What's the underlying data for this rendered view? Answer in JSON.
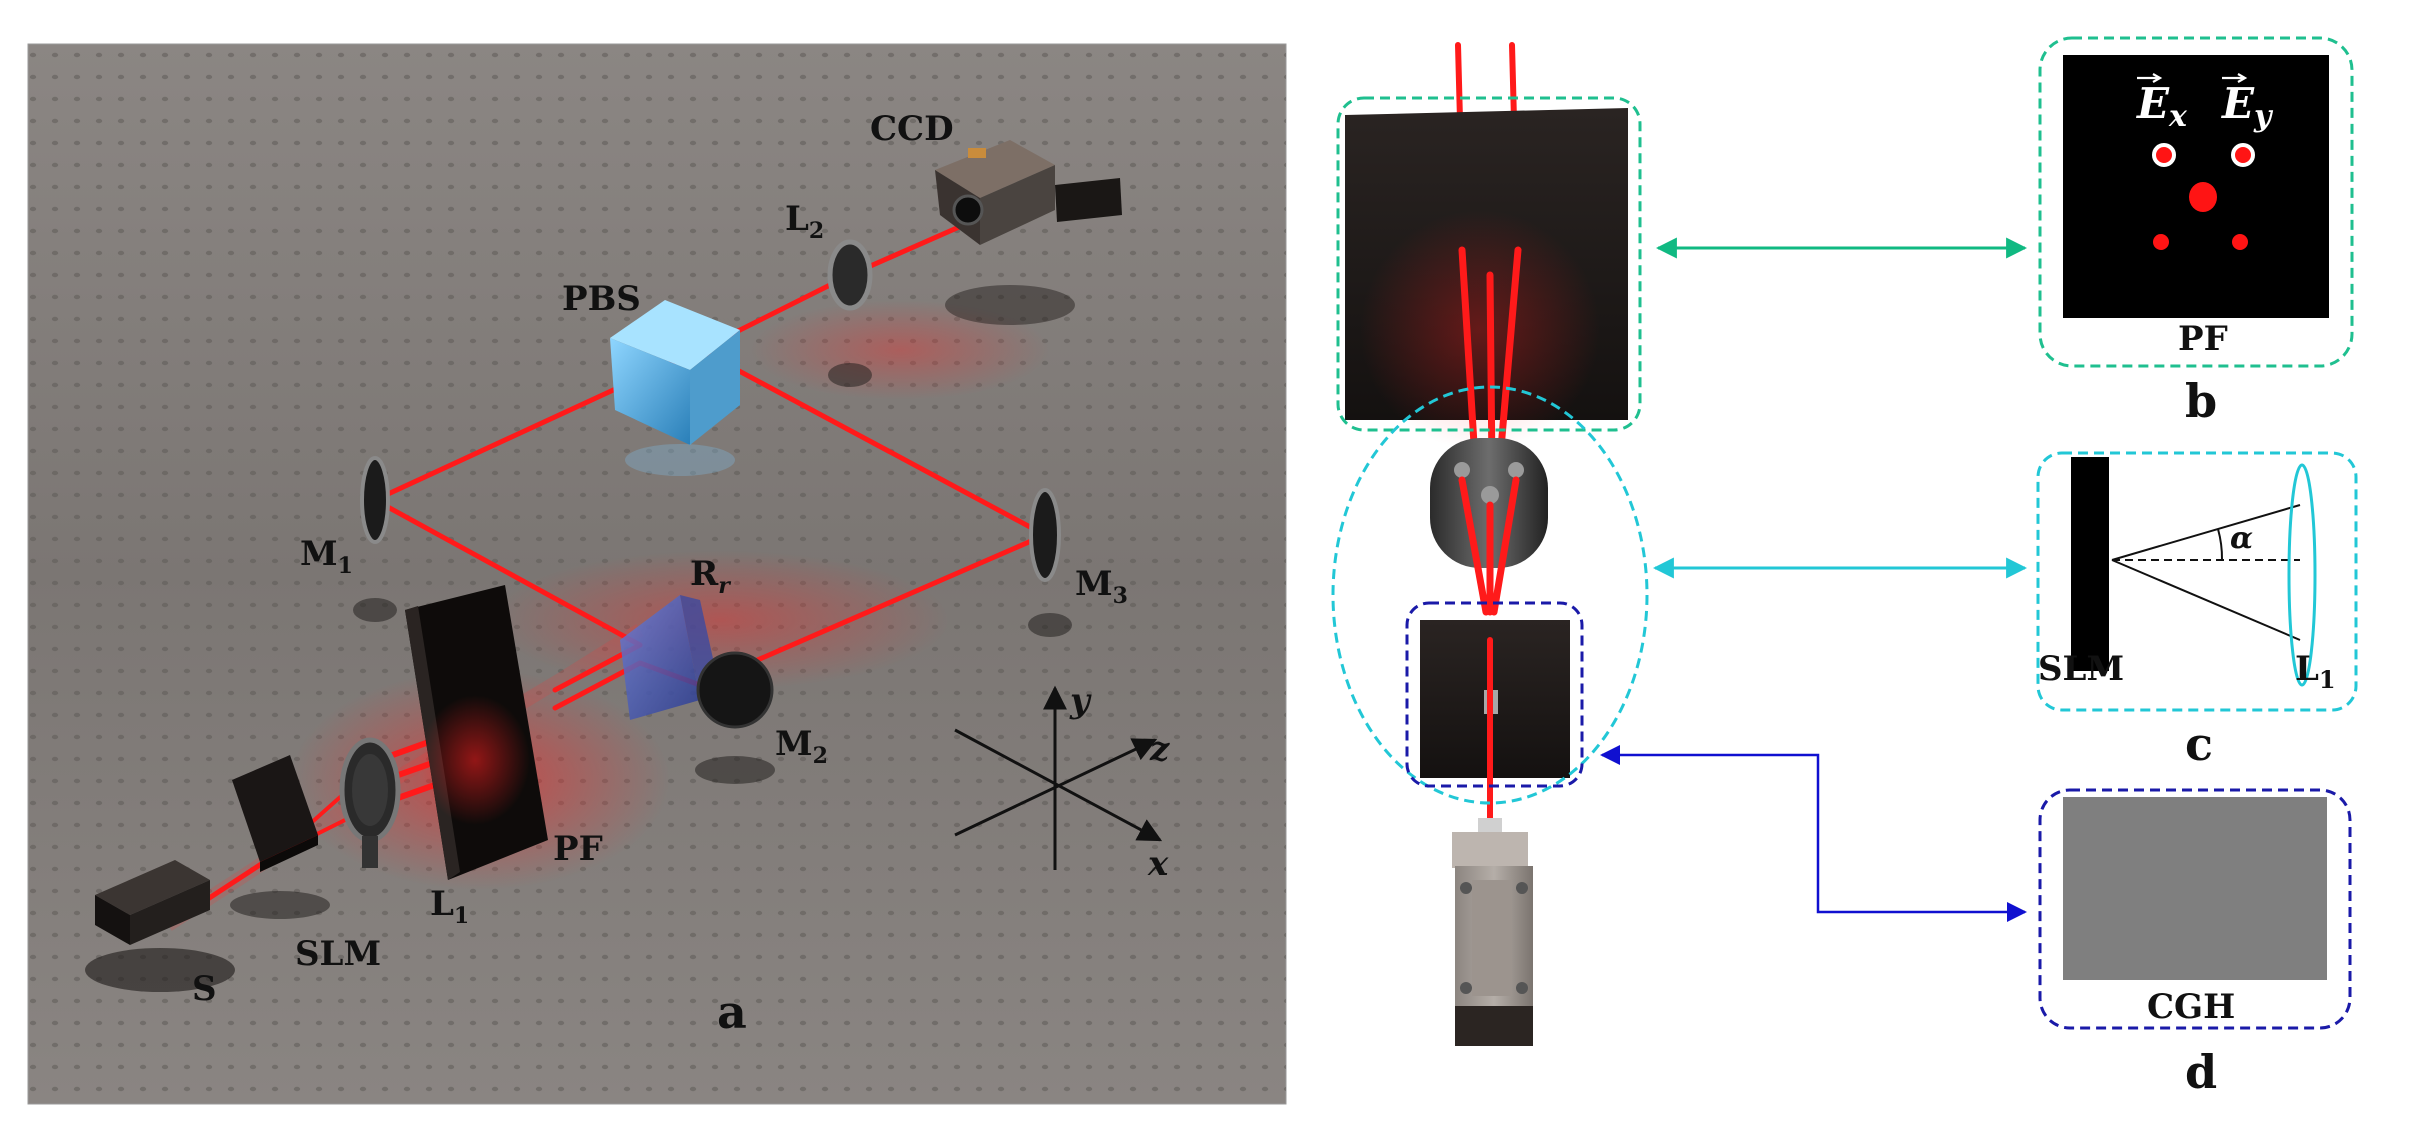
{
  "panel_a": {
    "label": "a",
    "components": {
      "ccd": "CCD",
      "l2_main": "L",
      "l2_sub": "2",
      "pbs": "PBS",
      "m1_main": "M",
      "m1_sub": "1",
      "m2_main": "M",
      "m2_sub": "2",
      "m3_main": "M",
      "m3_sub": "3",
      "rr_main": "R",
      "rr_sub": "r",
      "pf": "PF",
      "l1_main": "L",
      "l1_sub": "1",
      "slm": "SLM",
      "s": "S"
    },
    "axes": {
      "x": "x",
      "y": "y",
      "z": "z"
    }
  },
  "panel_b": {
    "label": "b",
    "caption": "PF",
    "ex_main": "E",
    "ex_sub": "x",
    "ey_main": "E",
    "ey_sub": "y"
  },
  "panel_c": {
    "label": "c",
    "slm": "SLM",
    "l1_main": "L",
    "l1_sub": "1",
    "angle": "α"
  },
  "panel_d": {
    "label": "d",
    "caption": "CGH"
  },
  "colors": {
    "beam": "#ff1a1a",
    "green_frame": "#1fbf8f",
    "cyan_frame": "#22c7d6",
    "navy_frame": "#1a1aa8",
    "arrow_green": "#10b982",
    "arrow_cyan": "#22c7d6",
    "arrow_blue": "#1010d0",
    "cgh_fill": "#7f7f7f"
  }
}
